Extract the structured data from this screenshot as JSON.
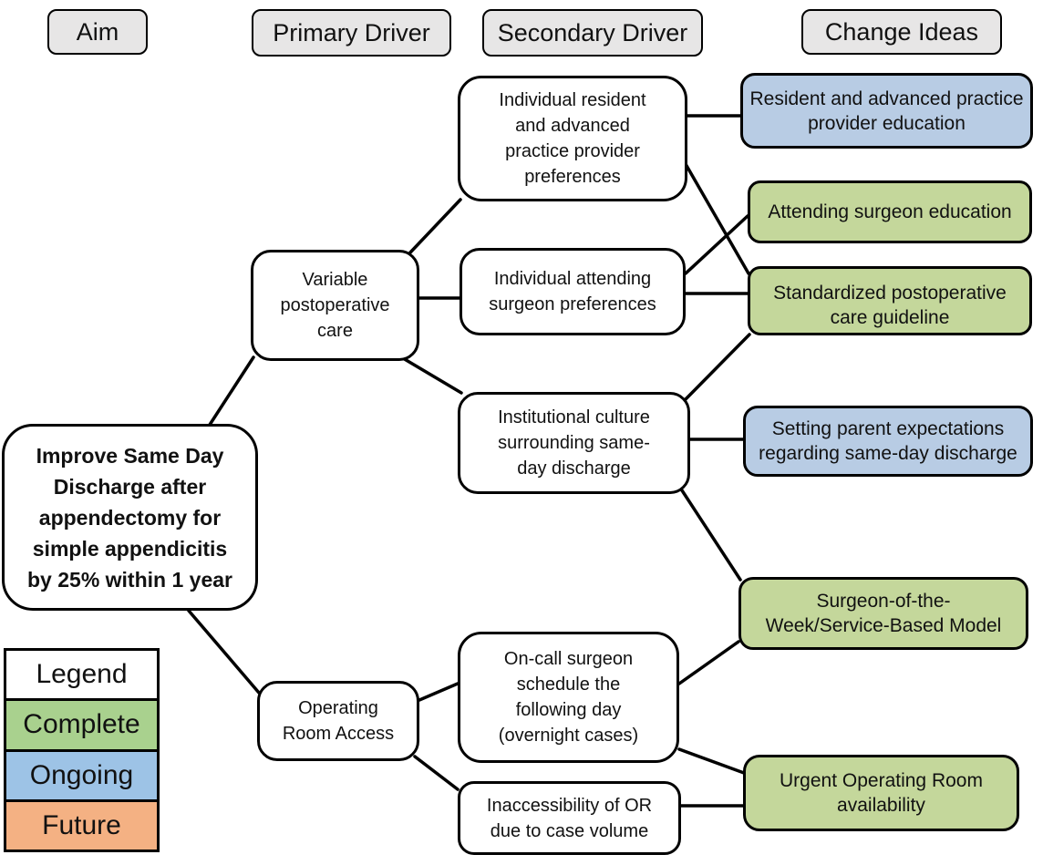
{
  "title_row": {
    "aim": "Aim",
    "primary_driver": "Primary Driver",
    "secondary_driver": "Secondary Driver",
    "change_ideas": "Change Ideas"
  },
  "aim": {
    "text": "Improve Same Day\nDischarge after\nappendectomy for\nsimple appendicitis\nby 25% within 1 year"
  },
  "primary_drivers": {
    "variable_care": "Variable\npostoperative\ncare",
    "or_access": "Operating\nRoom Access"
  },
  "secondary_drivers": {
    "resident_prefs": "Individual resident\nand advanced\npractice provider\npreferences",
    "attending_prefs": "Individual attending\nsurgeon preferences",
    "culture": "Institutional culture\nsurrounding same-\nday discharge",
    "oncall_schedule": "On-call surgeon\nschedule the\nfollowing day\n(overnight cases)",
    "or_inaccessibility": "Inaccessibility of OR\ndue to case volume"
  },
  "change_ideas": {
    "resident_education": {
      "text": "Resident and advanced practice\nprovider education",
      "status": "Ongoing"
    },
    "attending_education": {
      "text": "Attending surgeon education",
      "status": "Complete"
    },
    "care_guideline": {
      "text": "Standardized postoperative\ncare guideline",
      "status": "Complete"
    },
    "parent_expectations": {
      "text": "Setting parent expectations\nregarding same-day discharge",
      "status": "Ongoing"
    },
    "surgeon_of_week": {
      "text": "Surgeon-of-the-\nWeek/Service-Based Model",
      "status": "Complete"
    },
    "urgent_or": {
      "text": "Urgent Operating Room\navailability",
      "status": "Complete"
    }
  },
  "legend": {
    "title": "Legend",
    "items": [
      {
        "label": "Complete",
        "color": "#a9d18e"
      },
      {
        "label": "Ongoing",
        "color": "#9dc3e6"
      },
      {
        "label": "Future",
        "color": "#f4b183"
      }
    ]
  },
  "colors": {
    "header_gray": "#e7e6e6",
    "change_idea_green": "#c4d79b",
    "change_idea_blue": "#b8cce4",
    "legend_complete": "#a9d18e",
    "legend_ongoing": "#9dc3e6",
    "legend_future": "#f4b183",
    "connector": "#000000"
  },
  "edges": [
    {
      "from": "aim",
      "to": "variable-care"
    },
    {
      "from": "aim",
      "to": "or-access"
    },
    {
      "from": "variable-care",
      "to": "resident-prefs"
    },
    {
      "from": "variable-care",
      "to": "attending-prefs"
    },
    {
      "from": "variable-care",
      "to": "culture"
    },
    {
      "from": "resident-prefs",
      "to": "resident-education"
    },
    {
      "from": "resident-prefs",
      "to": "care-guideline"
    },
    {
      "from": "attending-prefs",
      "to": "attending-education"
    },
    {
      "from": "attending-prefs",
      "to": "care-guideline"
    },
    {
      "from": "culture",
      "to": "care-guideline"
    },
    {
      "from": "culture",
      "to": "parent-expectations"
    },
    {
      "from": "culture",
      "to": "surgeon-of-week"
    },
    {
      "from": "or-access",
      "to": "oncall-schedule"
    },
    {
      "from": "or-access",
      "to": "or-inaccessibility"
    },
    {
      "from": "oncall-schedule",
      "to": "surgeon-of-week"
    },
    {
      "from": "oncall-schedule",
      "to": "urgent-or"
    },
    {
      "from": "or-inaccessibility",
      "to": "urgent-or"
    }
  ]
}
